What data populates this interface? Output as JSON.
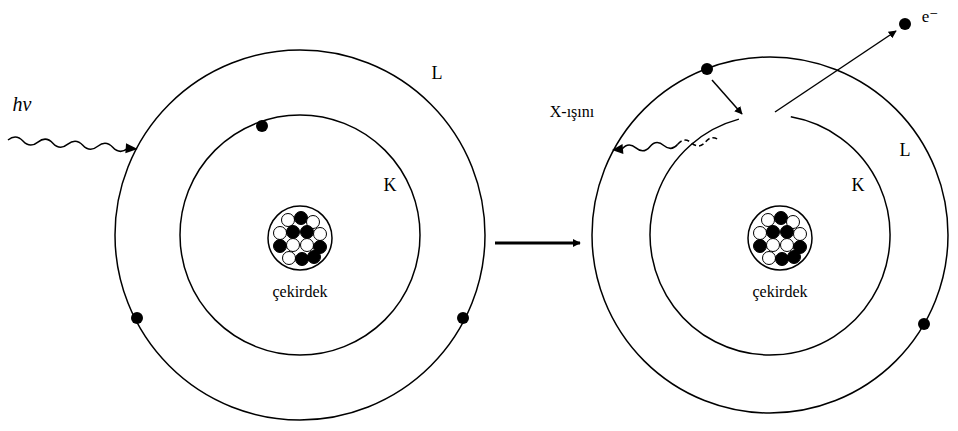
{
  "diagram": {
    "labels": [
      "hv",
      "K",
      "L",
      "çekirdek",
      "X-ışını",
      "e⁻",
      "K",
      "L",
      "çekirdek"
    ]
  }
}
